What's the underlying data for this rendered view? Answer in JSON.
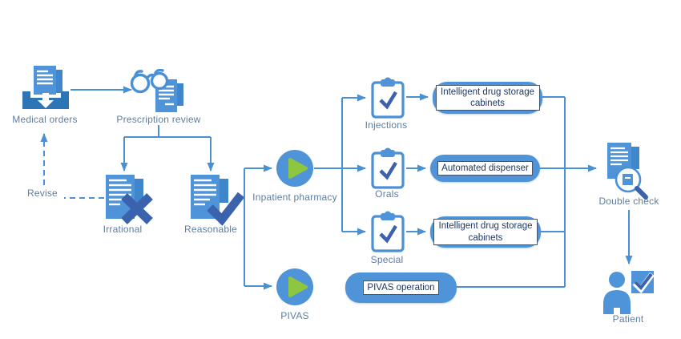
{
  "colors": {
    "primary_blue": "#4f94d9",
    "tray_dark_blue": "#2e75b6",
    "accent_navy": "#3a62ad",
    "play_green": "#8dc63f",
    "connector_blue": "#4a90d5",
    "label_text": "#5e7da1",
    "box_text": "#1f3864"
  },
  "nodes": {
    "medical_orders": {
      "label": "Medical orders",
      "icon": "document-inbox-icon"
    },
    "prescription_review": {
      "label": "Prescription review",
      "icon": "binoculars-document-icon"
    },
    "revise": {
      "label": "Revise"
    },
    "irrational": {
      "label": "Irrational",
      "icon": "document-x-icon"
    },
    "reasonable": {
      "label": "Reasonable",
      "icon": "document-check-icon"
    },
    "inpatient_pharmacy": {
      "label": "Inpatient pharmacy",
      "icon": "play-circle-icon"
    },
    "pivas": {
      "label": "PIVAS",
      "icon": "play-circle-icon"
    },
    "injections": {
      "label": "Injections",
      "icon": "clipboard-check-icon"
    },
    "orals": {
      "label": "Orals",
      "icon": "clipboard-check-icon"
    },
    "special": {
      "label": "Special",
      "icon": "clipboard-check-icon"
    },
    "storage_cabinets_injections": {
      "label": "Intelligent drug storage cabinets"
    },
    "automated_dispenser": {
      "label": "Automated dispenser"
    },
    "storage_cabinets_special": {
      "label": "Intelligent drug storage cabinets"
    },
    "pivas_operation": {
      "label": "PIVAS operation"
    },
    "double_check": {
      "label": "Double check",
      "icon": "document-magnifier-icon"
    },
    "patient": {
      "label": "Patient",
      "icon": "person-check-icon"
    }
  },
  "edges": [
    {
      "from": "medical_orders",
      "to": "prescription_review",
      "style": "solid"
    },
    {
      "from": "prescription_review",
      "to": "irrational",
      "style": "solid"
    },
    {
      "from": "prescription_review",
      "to": "reasonable",
      "style": "solid"
    },
    {
      "from": "irrational",
      "to": "medical_orders",
      "label": "Revise",
      "style": "dashed"
    },
    {
      "from": "reasonable",
      "to": "inpatient_pharmacy",
      "style": "solid"
    },
    {
      "from": "reasonable",
      "to": "pivas",
      "style": "solid"
    },
    {
      "from": "inpatient_pharmacy",
      "to": "injections",
      "style": "solid"
    },
    {
      "from": "inpatient_pharmacy",
      "to": "orals",
      "style": "solid"
    },
    {
      "from": "inpatient_pharmacy",
      "to": "special",
      "style": "solid"
    },
    {
      "from": "injections",
      "to": "storage_cabinets_injections",
      "style": "solid"
    },
    {
      "from": "orals",
      "to": "automated_dispenser",
      "style": "solid"
    },
    {
      "from": "special",
      "to": "storage_cabinets_special",
      "style": "solid"
    },
    {
      "from": "pivas",
      "to": "pivas_operation",
      "style": "solid"
    },
    {
      "from": "storage_cabinets_injections",
      "to": "double_check",
      "style": "solid"
    },
    {
      "from": "automated_dispenser",
      "to": "double_check",
      "style": "solid"
    },
    {
      "from": "storage_cabinets_special",
      "to": "double_check",
      "style": "solid"
    },
    {
      "from": "pivas_operation",
      "to": "double_check",
      "style": "solid"
    },
    {
      "from": "double_check",
      "to": "patient",
      "style": "solid"
    }
  ]
}
